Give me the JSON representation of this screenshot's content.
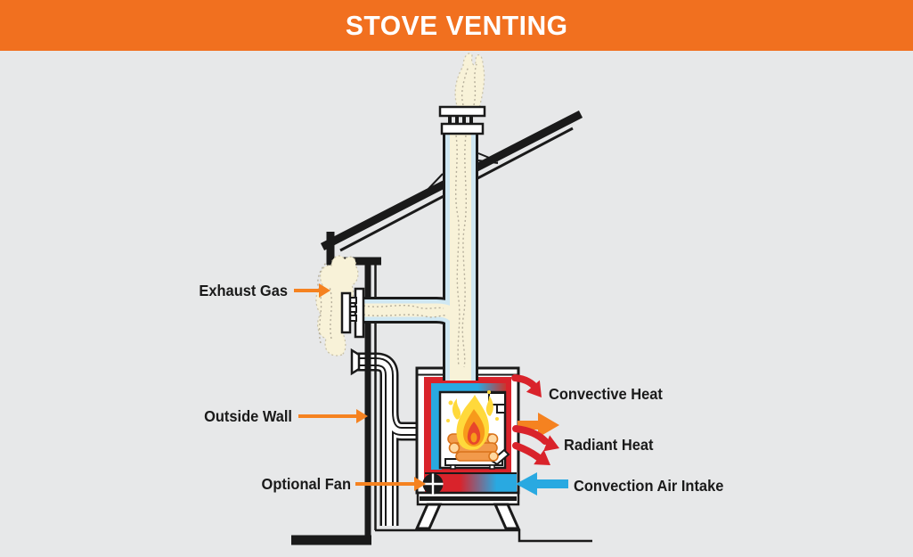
{
  "banner": {
    "title": "STOVE VENTING"
  },
  "labels": {
    "exhaust_gas": "Exhaust Gas",
    "outside_wall": "Outside Wall",
    "optional_fan": "Optional Fan",
    "convective_heat": "Convective Heat",
    "radiant_heat": "Radiant Heat",
    "convection_air_intake": "Convection Air Intake"
  },
  "colors": {
    "background": "#E7E8E9",
    "banner_orange": "#F1701F",
    "arrow_orange": "#F58220",
    "heat_red": "#D9232B",
    "air_blue": "#29A9E1",
    "outline_black": "#1A1A1A",
    "pipe_lining_blue": "#CFE7F2",
    "smoke_cream": "#F8F2D8",
    "flame_yellow": "#FFD93B",
    "flame_orange": "#F79A1B",
    "flame_red": "#E8462B",
    "log_orange": "#F29A4B",
    "log_end_tan": "#FFD9A1",
    "title_white": "#FFFFFF"
  }
}
